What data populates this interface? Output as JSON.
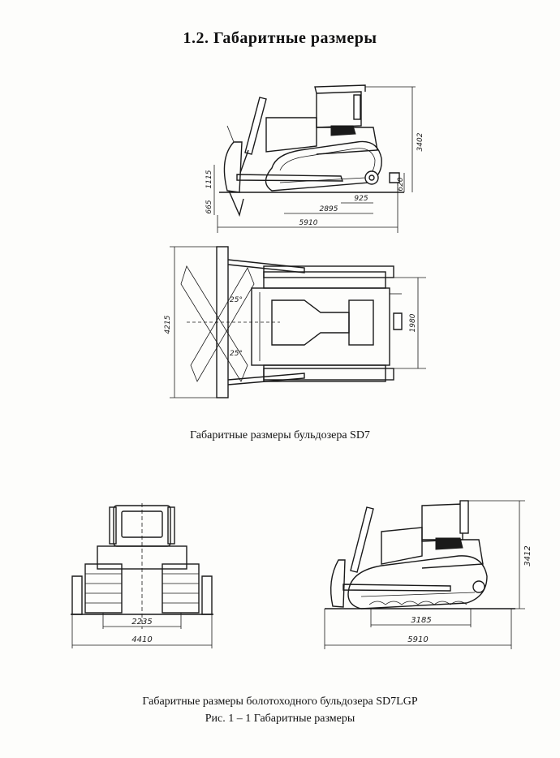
{
  "page": {
    "title": "1.2. Габаритные размеры",
    "caption_sd7": "Габаритные размеры бульдозера SD7",
    "caption_sd7lgp": "Габаритные размеры болотоходного бульдозера SD7LGP",
    "figure_caption": "Рис. 1 – 1 Габаритные размеры"
  },
  "sd7_side": {
    "height": "3402",
    "dim_1115": "1115",
    "dim_620": "620",
    "dim_665": "665",
    "dim_925": "925",
    "dim_2895": "2895",
    "length": "5910"
  },
  "sd7_top": {
    "blade_width": "4215",
    "track_width": "1980",
    "angle_upper": "25°",
    "angle_lower": "25°"
  },
  "lgp_front": {
    "track_gauge": "2235",
    "blade_width": "4410"
  },
  "lgp_side": {
    "height": "3412",
    "track_contact": "3185",
    "length": "5910"
  }
}
